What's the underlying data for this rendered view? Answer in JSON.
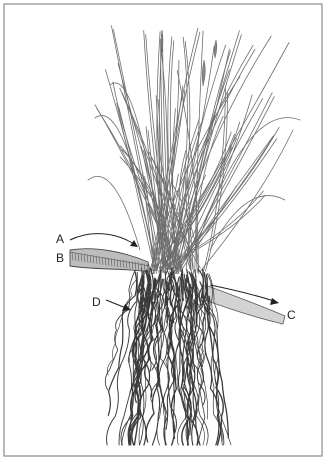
{
  "labels": {
    "a": "A",
    "b": "B",
    "c": "C",
    "d": "D"
  },
  "colors": {
    "frame": "#8a8a8a",
    "ink": "#3a3a3a",
    "leaf": "#6e6e6e",
    "soil": "#7a7a7a",
    "soil_dark": "#4a4a4a"
  }
}
